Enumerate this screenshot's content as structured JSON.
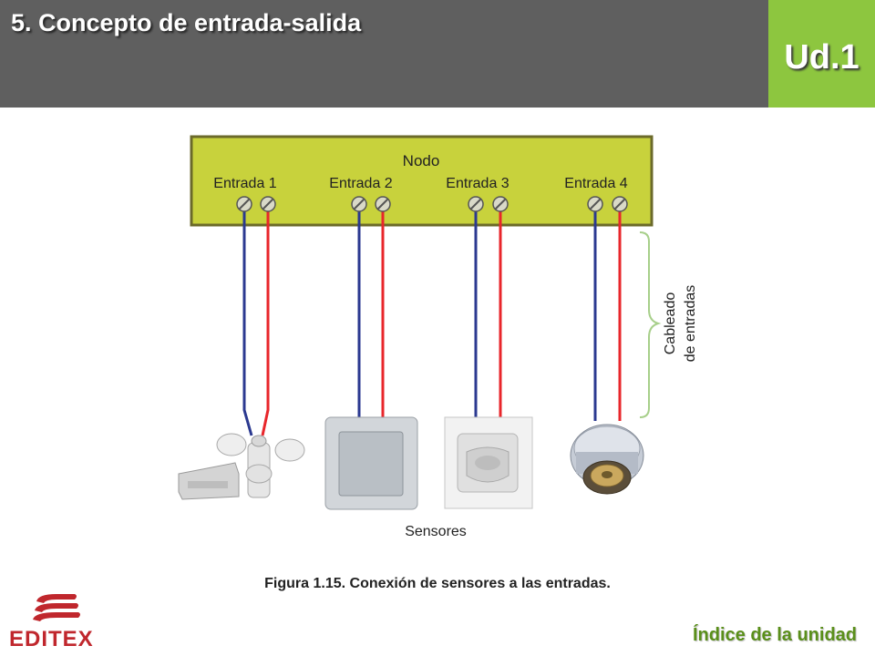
{
  "header": {
    "title": "5. Concepto de entrada-salida",
    "unit": "Ud.1"
  },
  "diagram": {
    "node_label": "Nodo",
    "inputs": [
      "Entrada 1",
      "Entrada 2",
      "Entrada 3",
      "Entrada 4"
    ],
    "wiring_label_line1": "Cableado",
    "wiring_label_line2": "de entradas",
    "sensors_label": "Sensores"
  },
  "caption": "Figura 1.15. Conexión de sensores a las entradas.",
  "logo": {
    "text": "EDITEX"
  },
  "footer": {
    "index_link": "Índice de la unidad"
  },
  "colors": {
    "header_bg": "#5f5f5f",
    "accent": "#8dc63f",
    "node_fill": "#c8d23c",
    "wire_blue": "#2b3990",
    "wire_red": "#e8262b",
    "logo": "#c0272d"
  }
}
